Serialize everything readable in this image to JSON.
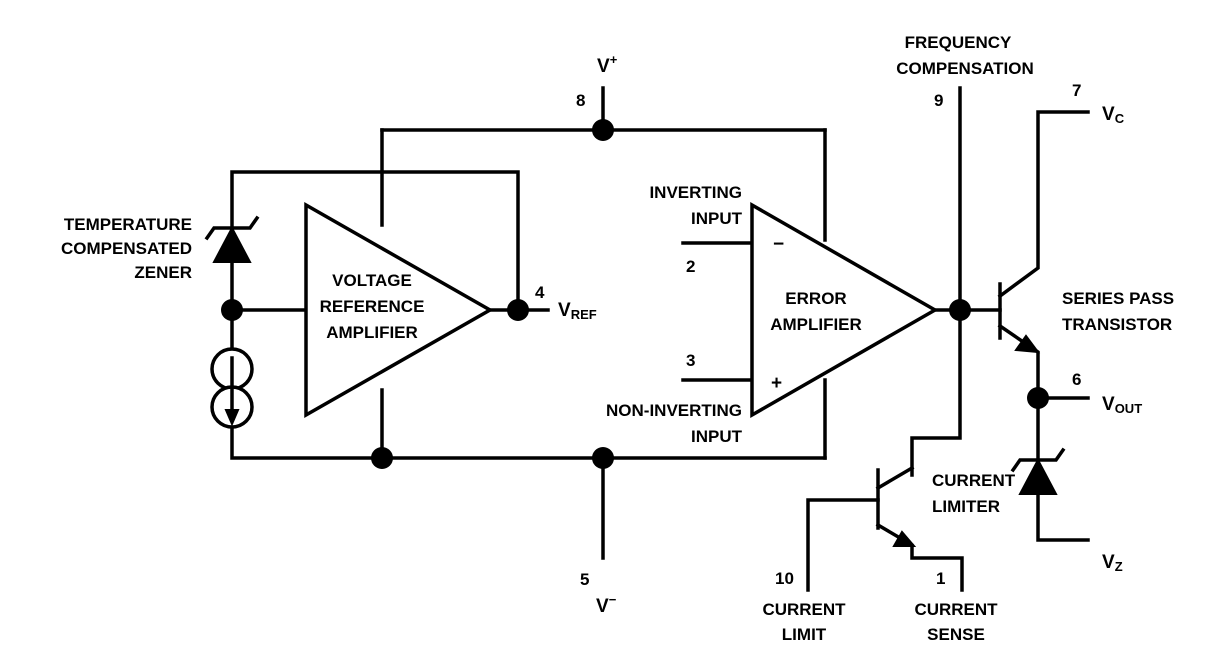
{
  "labels": {
    "v_plus": "V",
    "v_plus_sup": "+",
    "v_minus": "V",
    "v_minus_sup": "−",
    "pin_8": "8",
    "pin_5": "5",
    "pin_4": "4",
    "pin_2": "2",
    "pin_3": "3",
    "pin_9": "9",
    "pin_7": "7",
    "pin_6": "6",
    "pin_10": "10",
    "pin_1": "1",
    "v_ref": "V",
    "v_ref_sub": "REF",
    "v_c": "V",
    "v_c_sub": "C",
    "v_out": "V",
    "v_out_sub": "OUT",
    "v_z": "V",
    "v_z_sub": "Z",
    "temp_zener": [
      "TEMPERATURE",
      "COMPENSATED",
      "ZENER"
    ],
    "vref_amp": [
      "VOLTAGE",
      "REFERENCE",
      "AMPLIFIER"
    ],
    "error_amp": [
      "ERROR",
      "AMPLIFIER"
    ],
    "inverting_input": [
      "INVERTING",
      "INPUT"
    ],
    "non_inverting_input": [
      "NON-INVERTING",
      "INPUT"
    ],
    "freq_comp": [
      "FREQUENCY",
      "COMPENSATION"
    ],
    "series_pass": [
      "SERIES PASS",
      "TRANSISTOR"
    ],
    "current_limiter": [
      "CURRENT",
      "LIMITER"
    ],
    "current_limit": [
      "CURRENT",
      "LIMIT"
    ],
    "current_sense": [
      "CURRENT",
      "SENSE"
    ],
    "minus_sign": "−",
    "plus_sign": "+"
  }
}
